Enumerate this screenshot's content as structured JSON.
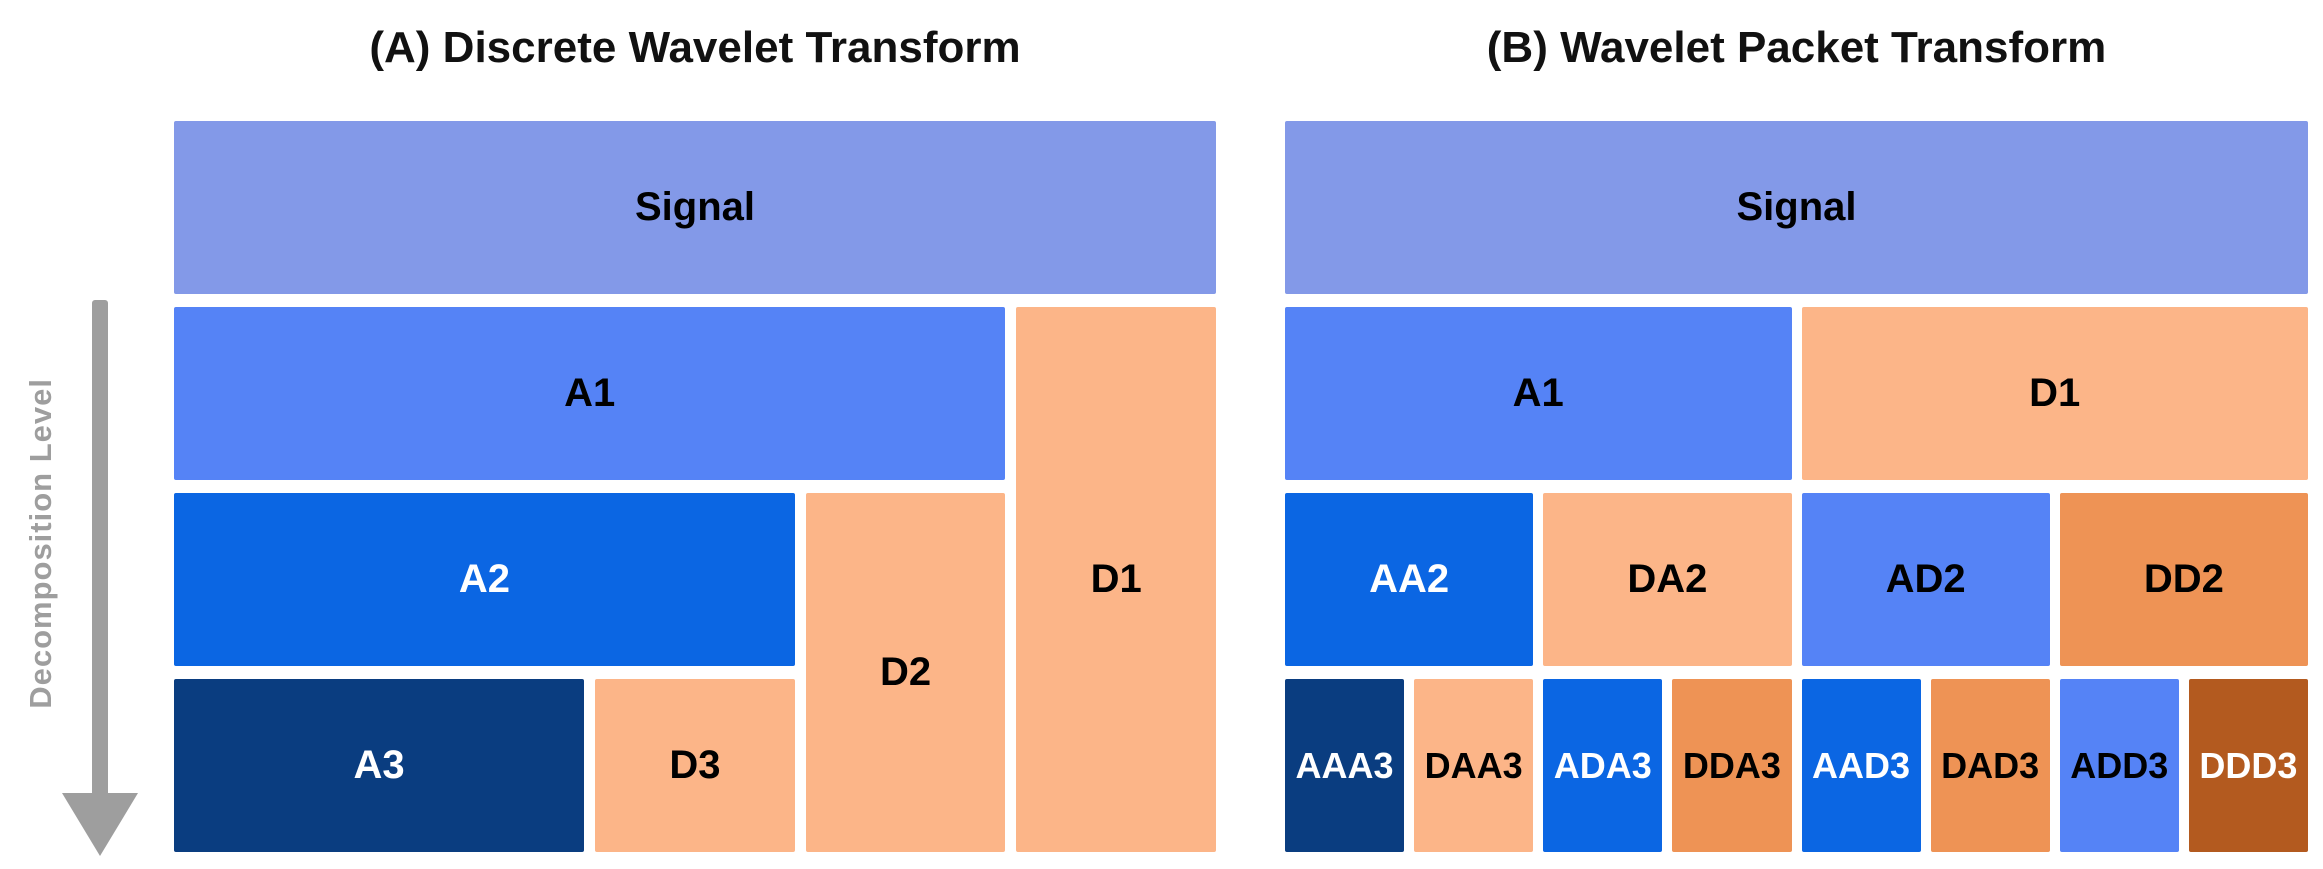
{
  "axis": {
    "label": "Decomposition Level",
    "fg": "#9E9E9E",
    "arrow_color": "#9E9E9E",
    "direction": "down"
  },
  "panels": [
    {
      "title": "(A) Discrete Wavelet Transform",
      "blocks": [
        {
          "label": "Signal",
          "bg": "#8399E8",
          "fg": "#000000"
        },
        {
          "label": "A1",
          "bg": "#5583F6",
          "fg": "#000000"
        },
        {
          "label": "D1",
          "bg": "#FCB588",
          "fg": "#000000"
        },
        {
          "label": "A2",
          "bg": "#0B66E3",
          "fg": "#FFFFFF"
        },
        {
          "label": "D2",
          "bg": "#FCB588",
          "fg": "#000000"
        },
        {
          "label": "A3",
          "bg": "#0A3D80",
          "fg": "#FFFFFF"
        },
        {
          "label": "D3",
          "bg": "#FCB588",
          "fg": "#000000"
        }
      ]
    },
    {
      "title": "(B) Wavelet Packet Transform",
      "blocks": [
        {
          "label": "Signal",
          "bg": "#8399E8",
          "fg": "#000000"
        },
        {
          "label": "A1",
          "bg": "#5583F6",
          "fg": "#000000"
        },
        {
          "label": "D1",
          "bg": "#FCB588",
          "fg": "#000000"
        },
        {
          "label": "AA2",
          "bg": "#0B66E3",
          "fg": "#FFFFFF"
        },
        {
          "label": "DA2",
          "bg": "#FCB588",
          "fg": "#000000"
        },
        {
          "label": "AD2",
          "bg": "#5583F6",
          "fg": "#000000"
        },
        {
          "label": "DD2",
          "bg": "#EE9355",
          "fg": "#000000"
        },
        {
          "label": "AAA3",
          "bg": "#0A3D80",
          "fg": "#FFFFFF"
        },
        {
          "label": "DAA3",
          "bg": "#FCB588",
          "fg": "#000000"
        },
        {
          "label": "ADA3",
          "bg": "#0B66E3",
          "fg": "#FFFFFF"
        },
        {
          "label": "DDA3",
          "bg": "#EE9355",
          "fg": "#000000"
        },
        {
          "label": "AAD3",
          "bg": "#0B66E3",
          "fg": "#FFFFFF"
        },
        {
          "label": "DAD3",
          "bg": "#EE9355",
          "fg": "#000000"
        },
        {
          "label": "ADD3",
          "bg": "#5583F6",
          "fg": "#000000"
        },
        {
          "label": "DDD3",
          "bg": "#B35A1F",
          "fg": "#FFFFFF"
        }
      ]
    }
  ]
}
